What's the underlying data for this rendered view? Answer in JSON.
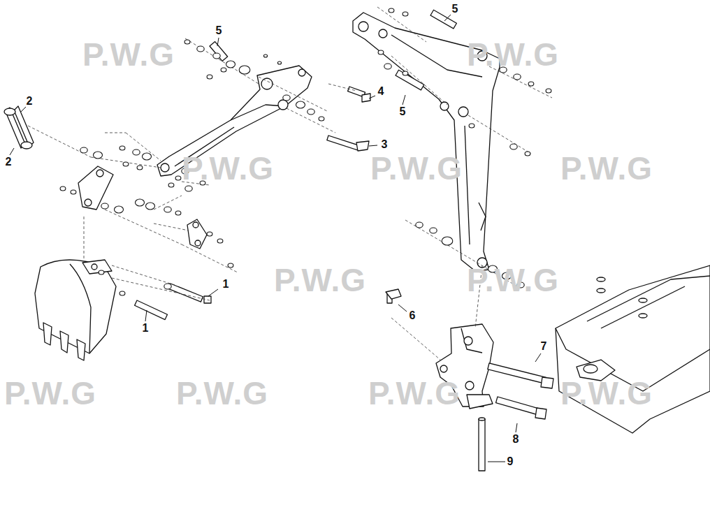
{
  "diagram": {
    "labels": [
      "1",
      "1",
      "2",
      "2",
      "3",
      "4",
      "5",
      "5",
      "5",
      "6",
      "7",
      "8",
      "9",
      "P.W.G",
      "P.W.G",
      "P.W.G",
      "P.W.G",
      "P.W.G",
      "P.W.G",
      "P.W.G",
      "P.W.G",
      "P.W.G",
      "P.W.G",
      "P.W.G"
    ]
  }
}
